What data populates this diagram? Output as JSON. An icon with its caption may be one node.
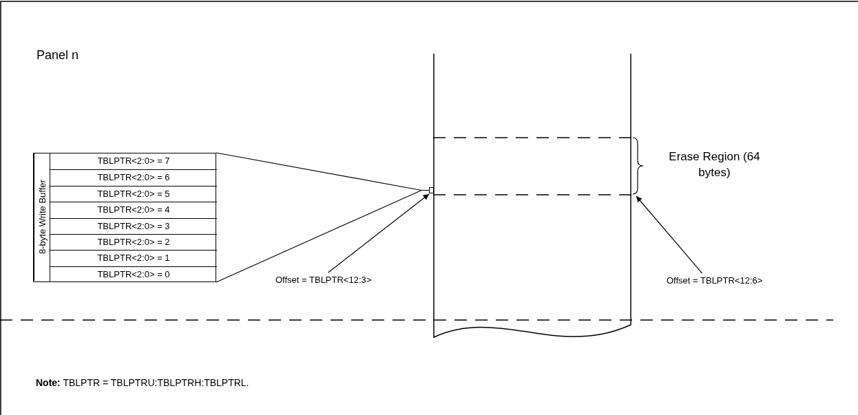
{
  "diagram": {
    "nodes": [
      {
        "text": [
          "8-byte Write Buffer"
        ]
      },
      {
        "text": [
          "TBLPTR<2:0> = 7"
        ],
        "in": 0
      },
      {
        "text": [
          "TBLPTR<2:0> = 6"
        ],
        "in": 0
      },
      {
        "text": [
          "TBLPTR<2:0> = 5"
        ],
        "in": 0
      },
      {
        "text": [
          "TBLPTR<2:0> = 4"
        ],
        "in": 0
      },
      {
        "text": [
          "TBLPTR<2:0> = 3"
        ],
        "in": 0
      },
      {
        "text": [
          "TBLPTR<2:0> = 2"
        ],
        "in": 0
      },
      {
        "text": [
          "TBLPTR<2:0> = 1"
        ],
        "in": 0
      },
      {
        "text": [
          "TBLPTR<2:0> = 0"
        ],
        "in": 0
      },
      {
        "text": [],
        "shape": "box"
      },
      {
        "text": [],
        "shape": "box"
      },
      {
        "text": [],
        "shape": "band",
        "in": 9,
        "beside": [
          "Erase Region (64 bytes)"
        ]
      },
      {
        "text": [
          "Offset = TBLPTR<12:3>"
        ]
      },
      {
        "text": [
          "Offset = TBLPTR<12:6>"
        ]
      }
    ],
    "edges": [
      {
        "from": 0,
        "to": 10,
        "arrow": "none"
      },
      {
        "from": 0,
        "to": 10,
        "arrow": "none"
      },
      {
        "from": 12,
        "to": 10,
        "arrow": "to"
      },
      {
        "from": 13,
        "to": 11,
        "arrow": "to"
      }
    ],
    "labels": [
      "Panel n",
      "**Note:** TBLPTR = TBLPTRU:TBLPTRH:TBLPTRL."
    ]
  }
}
